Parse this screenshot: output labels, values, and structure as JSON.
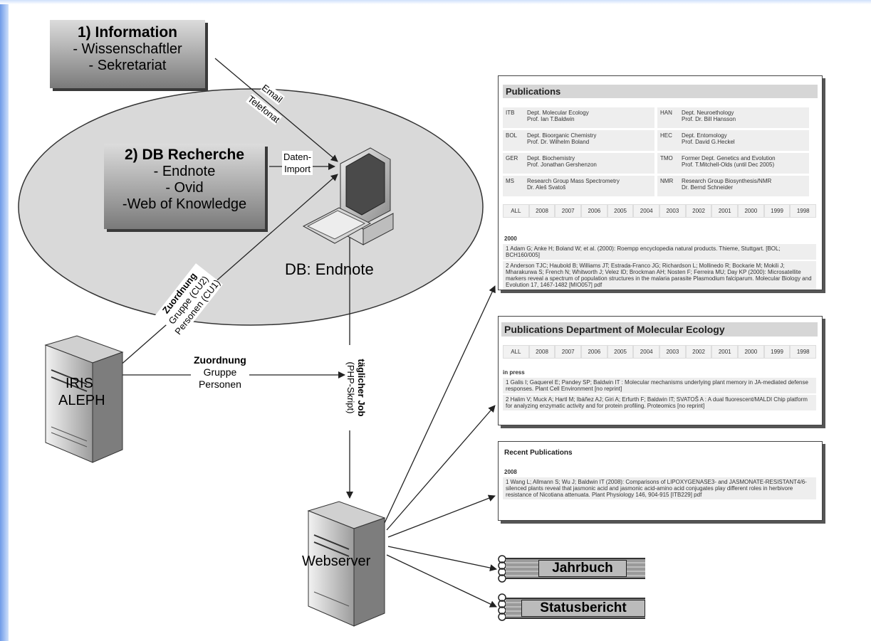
{
  "info_box": {
    "title": "1) Information",
    "line1": "- Wissenschaftler",
    "line2": "- Sekretariat"
  },
  "db_box": {
    "title": "2) DB Recherche",
    "line1": "- Endnote",
    "line2": "- Ovid",
    "line3": "-Web of Knowledge"
  },
  "labels": {
    "email": "Email",
    "telefonat": "Telefonat",
    "daten": "Daten-",
    "import": "Import",
    "db_endnote": "DB: Endnote",
    "zuordnung_diag": "Zuordnung",
    "gruppe_cu2": "Gruppe (CU2)",
    "personen_cu1": "Personen (CU1)",
    "zuordnung_horiz": "Zuordnung",
    "gruppe": "Gruppe",
    "personen": "Personen",
    "taeglicher_job": "täglicher Job",
    "php_skript": "(PHP-Skript)",
    "iris": "IRIS",
    "aleph": "ALEPH",
    "webserver": "Webserver"
  },
  "pub_panel": {
    "title": "Publications",
    "depts": [
      {
        "code": "ITB",
        "name": "Dept. Molecular Ecology",
        "head": "Prof. Ian T.Baldwin"
      },
      {
        "code": "HAN",
        "name": "Dept. Neuroethology",
        "head": "Prof. Dr. Bill Hansson"
      },
      {
        "code": "BOL",
        "name": "Dept. Bioorganic Chemistry",
        "head": "Prof. Dr. Wilhelm Boland"
      },
      {
        "code": "HEC",
        "name": "Dept. Entomology",
        "head": "Prof. David G.Heckel"
      },
      {
        "code": "GER",
        "name": "Dept. Biochemistry",
        "head": "Prof. Jonathan Gershenzon"
      },
      {
        "code": "TMO",
        "name": "Former Dept. Genetics and Evolution",
        "head": "Prof. T.Mitchell-Olds (until Dec 2005)"
      },
      {
        "code": "MS",
        "name": "Research Group Mass Spectrometry",
        "head": "Dr. Aleš Svatoš"
      },
      {
        "code": "NMR",
        "name": "Research Group Biosynthesis/NMR",
        "head": "Dr. Bernd Schneider"
      }
    ],
    "years": [
      "ALL",
      "2008",
      "2007",
      "2006",
      "2005",
      "2004",
      "2003",
      "2002",
      "2001",
      "2000",
      "1999",
      "1998"
    ],
    "section_year": "2000",
    "entries": [
      "1  Adam G; Anke H; Boland W; et al. (2000): Roempp encyclopedia natural products. Thieme, Stuttgart. [BOL; BCH160/005]",
      "2  Anderson TJC; Haubold B; Williams JT; Estrada-Franco JG; Richardson L; Mollinedo R; Bockarie M; Mokili J; Mharakurwa S; French N; Whitworth J; Velez ID; Brockman AH; Nosten F; Ferreira MU; Day KP (2000): Microsatellite markers reveal a spectrum of population structures in the malaria parasite Plasmodium falciparum. Molecular Biology and Evolution 17, 1467-1482 [MIO057] pdf"
    ]
  },
  "mol_panel": {
    "title": "Publications Department of Molecular Ecology",
    "years": [
      "ALL",
      "2008",
      "2007",
      "2006",
      "2005",
      "2004",
      "2003",
      "2002",
      "2001",
      "2000",
      "1999",
      "1998"
    ],
    "section": "in press",
    "entries": [
      "1  Galis I; Gaquerel E; Pandey SP; Baldwin IT : Molecular mechanisms underlying plant memory in JA-mediated defense responses. Plant Cell Environment [no reprint]",
      "2  Halim V; Muck A; Hartl M; Ibáñez AJ; Giri A; Erfurth F; Baldwin IT; SVATOŠ A : A dual fluorescent/MALDI Chip platform for analyzing enzymatic activity and for protein profiling. Proteomics [no reprint]"
    ]
  },
  "recent_panel": {
    "title": "Recent Publications",
    "section_year": "2008",
    "entries": [
      "1 Wang L; Allmann S; Wu J; Baldwin IT (2008): Comparisons of LIPOXYGENASE3- and JASMONATE-RESISTANT4/6-silenced plants reveal that jasmonic acid and jasmonic acid-amino acid conjugates play different roles in herbivore resistance of Nicotiana attenuata. Plant Physiology 146, 904-915 [ITB229] pdf"
    ]
  },
  "outputs": {
    "jahrbuch": "Jahrbuch",
    "statusbericht": "Statusbericht"
  },
  "colors": {
    "ellipse_fill": "#d9d9d9",
    "left_gradient": "#6f9be8",
    "line": "#222222"
  }
}
